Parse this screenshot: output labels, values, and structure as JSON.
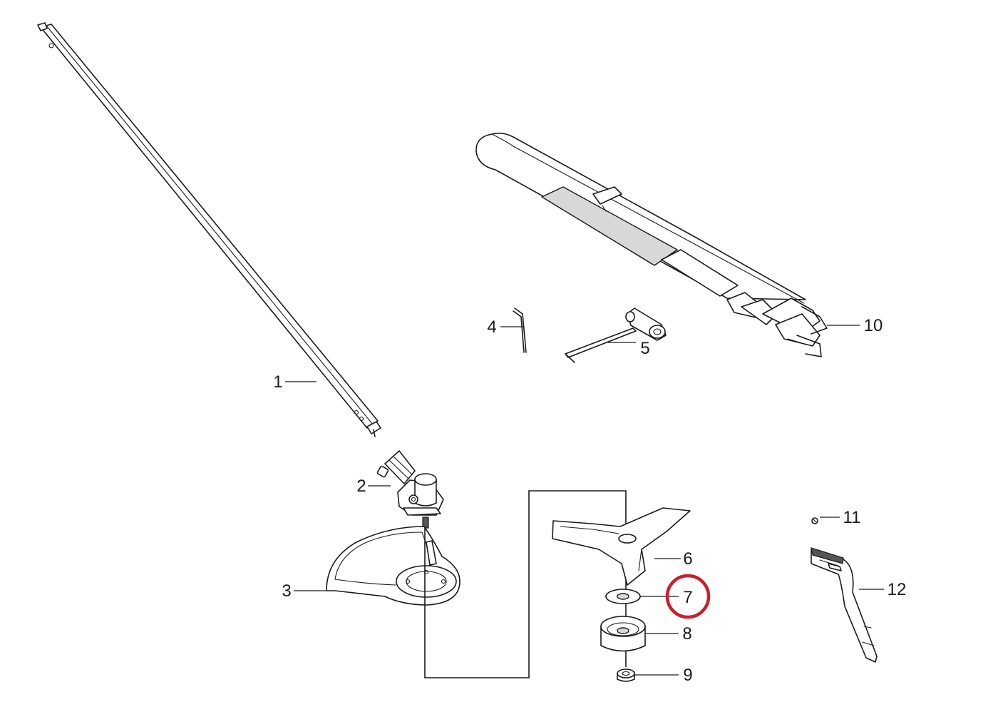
{
  "diagram": {
    "type": "exploded-parts-view",
    "highlight_color": "#c8202a",
    "highlighted_part": "7",
    "parts": [
      {
        "number": "1",
        "name": "drive-shaft-tube"
      },
      {
        "number": "2",
        "name": "gear-head"
      },
      {
        "number": "3",
        "name": "blade-guard"
      },
      {
        "number": "4",
        "name": "hex-key"
      },
      {
        "number": "5",
        "name": "spark-plug-wrench"
      },
      {
        "number": "6",
        "name": "three-tooth-blade"
      },
      {
        "number": "7",
        "name": "washer"
      },
      {
        "number": "8",
        "name": "blade-cup"
      },
      {
        "number": "9",
        "name": "blade-nut"
      },
      {
        "number": "10",
        "name": "shoulder-harness"
      },
      {
        "number": "11",
        "name": "screw"
      },
      {
        "number": "12",
        "name": "handle"
      }
    ]
  }
}
